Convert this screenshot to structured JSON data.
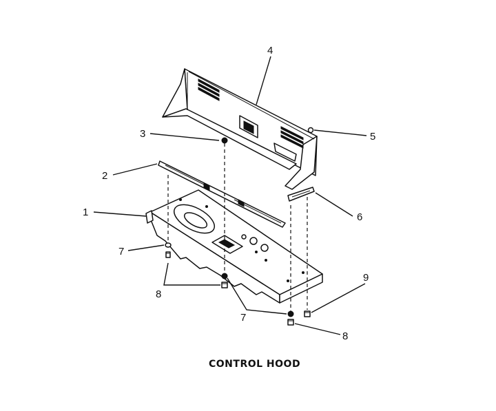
{
  "diagram": {
    "title": "CONTROL HOOD",
    "callouts": [
      {
        "id": "c1",
        "label": "1"
      },
      {
        "id": "c2",
        "label": "2"
      },
      {
        "id": "c3",
        "label": "3"
      },
      {
        "id": "c4",
        "label": "4"
      },
      {
        "id": "c5",
        "label": "5"
      },
      {
        "id": "c6",
        "label": "6"
      },
      {
        "id": "c7a",
        "label": "7"
      },
      {
        "id": "c7b",
        "label": "7"
      },
      {
        "id": "c8a",
        "label": "8"
      },
      {
        "id": "c8b",
        "label": "8"
      },
      {
        "id": "c9",
        "label": "9"
      }
    ]
  }
}
